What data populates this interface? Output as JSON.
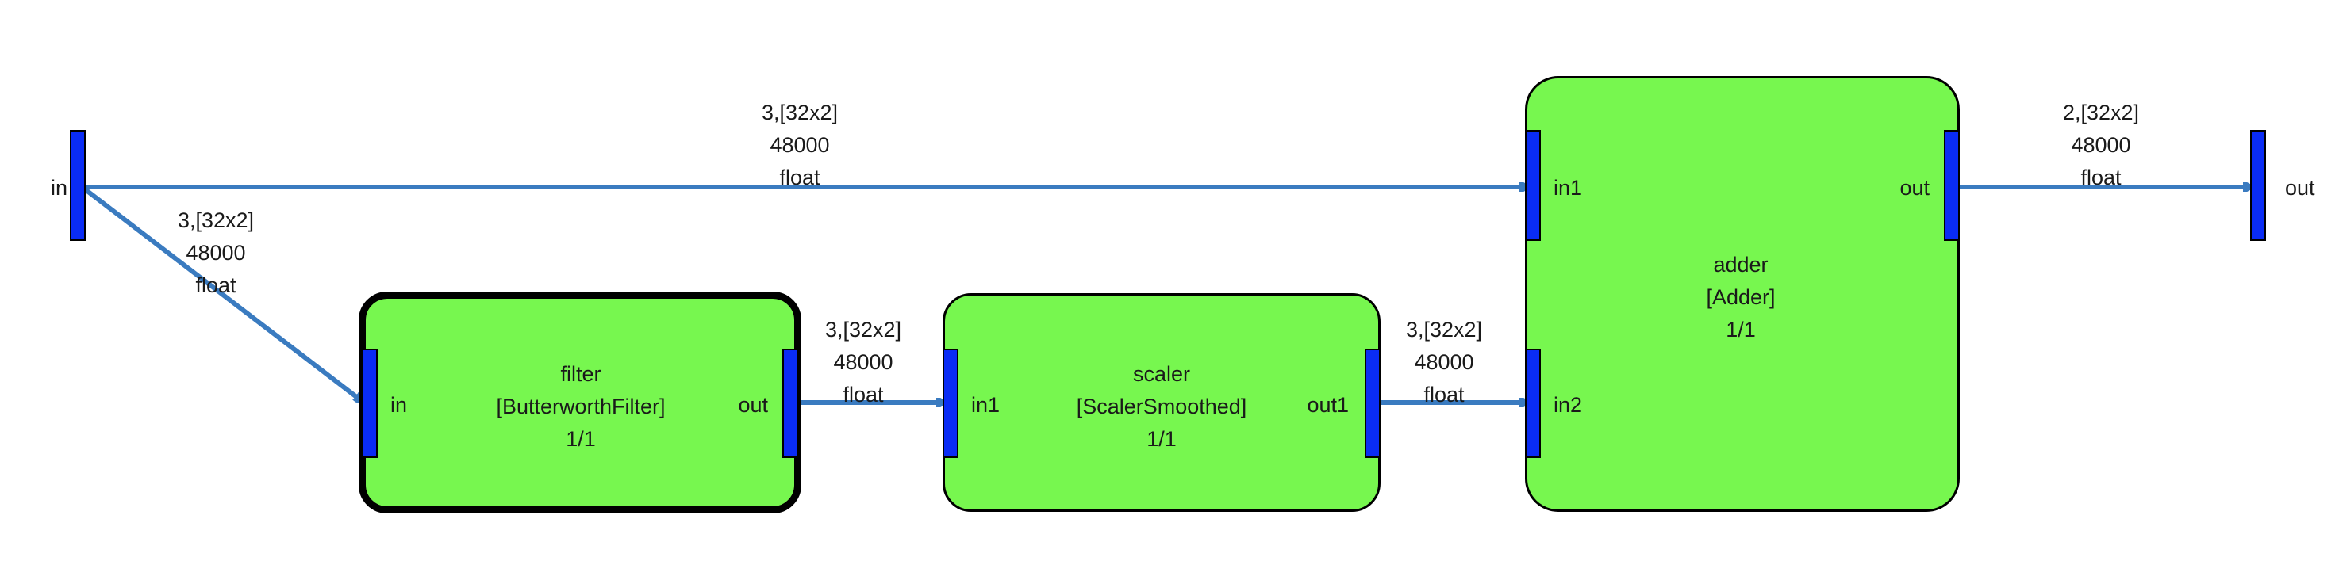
{
  "colors": {
    "node_fill": "#77f74f",
    "port_fill": "#0a2cf5",
    "edge": "#3a7bc0"
  },
  "graph_ports": {
    "input_label": "in",
    "output_label": "out"
  },
  "nodes": {
    "filter": {
      "name": "filter",
      "type": "[ButterworthFilter]",
      "ratio": "1/1",
      "in": "in",
      "out": "out"
    },
    "scaler": {
      "name": "scaler",
      "type": "[ScalerSmoothed]",
      "ratio": "1/1",
      "in": "in1",
      "out": "out1"
    },
    "adder": {
      "name": "adder",
      "type": "[Adder]",
      "ratio": "1/1",
      "in1": "in1",
      "in2": "in2",
      "out": "out"
    }
  },
  "edges": {
    "in_to_adder": {
      "shape": "3,[32x2]",
      "rate": "48000",
      "dtype": "float"
    },
    "in_to_filter": {
      "shape": "3,[32x2]",
      "rate": "48000",
      "dtype": "float"
    },
    "filter_to_scaler": {
      "shape": "3,[32x2]",
      "rate": "48000",
      "dtype": "float"
    },
    "scaler_to_adder": {
      "shape": "3,[32x2]",
      "rate": "48000",
      "dtype": "float"
    },
    "adder_to_out": {
      "shape": "2,[32x2]",
      "rate": "48000",
      "dtype": "float"
    }
  }
}
